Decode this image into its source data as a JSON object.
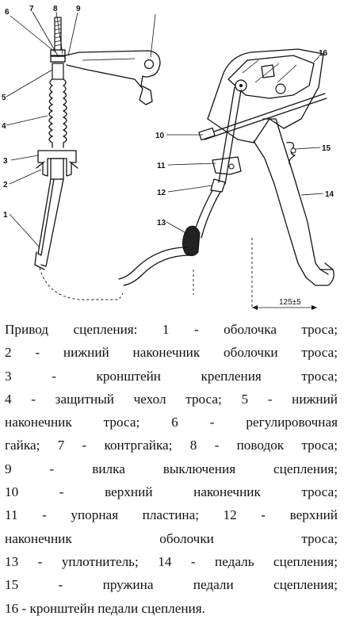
{
  "diagram": {
    "callouts": [
      "1",
      "2",
      "3",
      "4",
      "5",
      "6",
      "7",
      "8",
      "9",
      "10",
      "11",
      "12",
      "13",
      "14",
      "15",
      "16"
    ],
    "dimension_label": "125±5"
  },
  "caption": {
    "lines": [
      "Привод сцепления: 1 - оболочка троса;",
      "2 - нижний наконечник оболочки троса;",
      "3 - кронштейн крепления троса;",
      "4 - защитный чехол троса; 5 - нижний",
      "наконечник троса; 6 - регулировочная",
      "гайка; 7 - контргайка; 8 - поводок троса;",
      "9 - вилка выключения сцепления;",
      "10 - верхний наконечник троса;",
      "11 - упорная пластина; 12 - верхний",
      "наконечник оболочки троса;",
      "13 - уплотнитель; 14 - педаль сцепления;",
      "15 - пружина педали сцепления;",
      "16 - кронштейн педали сцепления."
    ]
  }
}
